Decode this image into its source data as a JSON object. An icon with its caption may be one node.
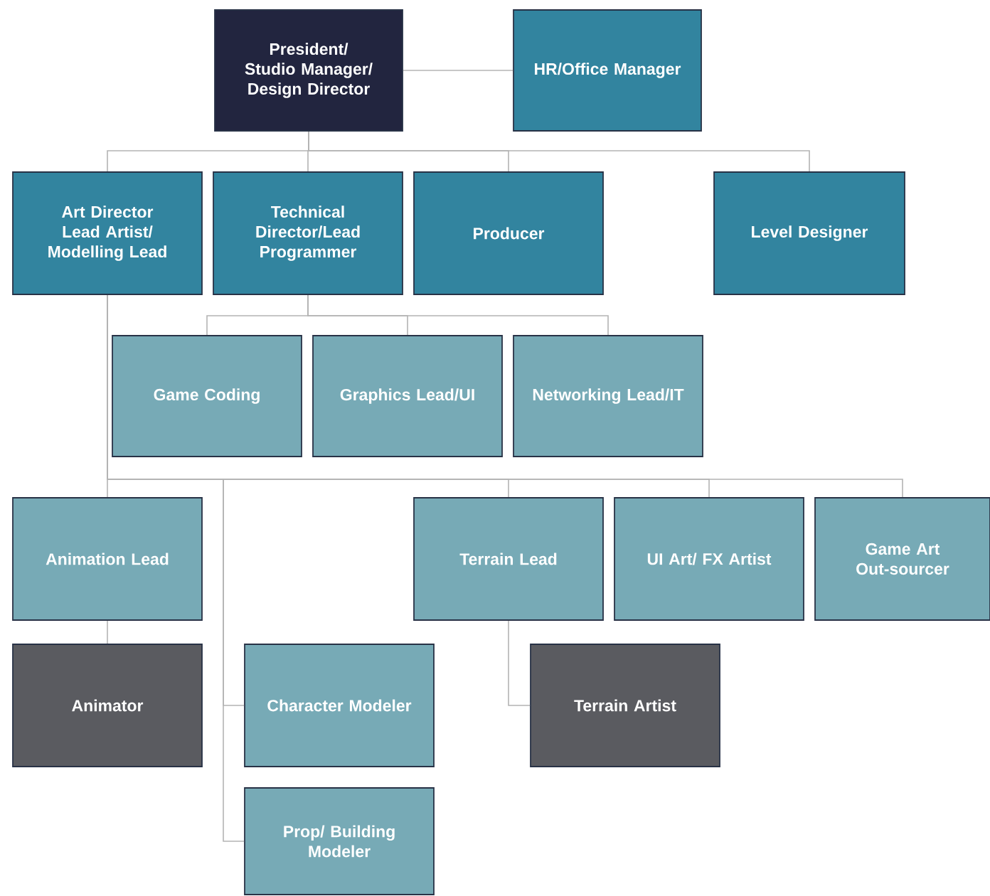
{
  "diagram": {
    "nodes": [
      {
        "text": [
          "President/ Studio Manager/ Design Director"
        ]
      },
      {
        "text": [
          "HR/Office Manager"
        ]
      },
      {
        "text": [
          "Art Director Lead Artist/ Modelling Lead"
        ]
      },
      {
        "text": [
          "Technical Director/Lead Programmer"
        ]
      },
      {
        "text": [
          "Producer"
        ]
      },
      {
        "text": [
          "Level Designer"
        ]
      },
      {
        "text": [
          "Game Coding"
        ]
      },
      {
        "text": [
          "Graphics Lead/UI"
        ]
      },
      {
        "text": [
          "Networking Lead/IT"
        ]
      },
      {
        "text": [
          "Animation Lead"
        ]
      },
      {
        "text": [
          "Terrain Lead"
        ]
      },
      {
        "text": [
          "UI Art/ FX Artist"
        ]
      },
      {
        "text": [
          "Game Art Out-sourcer"
        ]
      },
      {
        "text": [
          "Animator"
        ]
      },
      {
        "text": [
          "Character Modeler"
        ]
      },
      {
        "text": [
          "Terrain Artist"
        ]
      },
      {
        "text": [
          "Prop/ Building Modeler"
        ]
      }
    ],
    "edges": [
      {
        "from": 0,
        "to": 1,
        "arrow": "none"
      },
      {
        "from": 0,
        "to": 2,
        "arrow": "none"
      },
      {
        "from": 0,
        "to": 3,
        "arrow": "none"
      },
      {
        "from": 0,
        "to": 4,
        "arrow": "none"
      },
      {
        "from": 0,
        "to": 5,
        "arrow": "none"
      },
      {
        "from": 3,
        "to": 6,
        "arrow": "none"
      },
      {
        "from": 3,
        "to": 7,
        "arrow": "none"
      },
      {
        "from": 3,
        "to": 8,
        "arrow": "none"
      },
      {
        "from": 2,
        "to": 9,
        "arrow": "none"
      },
      {
        "from": 2,
        "to": 10,
        "arrow": "none"
      },
      {
        "from": 2,
        "to": 11,
        "arrow": "none"
      },
      {
        "from": 2,
        "to": 12,
        "arrow": "none"
      },
      {
        "from": 2,
        "to": 14,
        "arrow": "none"
      },
      {
        "from": 2,
        "to": 16,
        "arrow": "none"
      },
      {
        "from": 9,
        "to": 13,
        "arrow": "none"
      },
      {
        "from": 10,
        "to": 15,
        "arrow": "none"
      }
    ]
  }
}
